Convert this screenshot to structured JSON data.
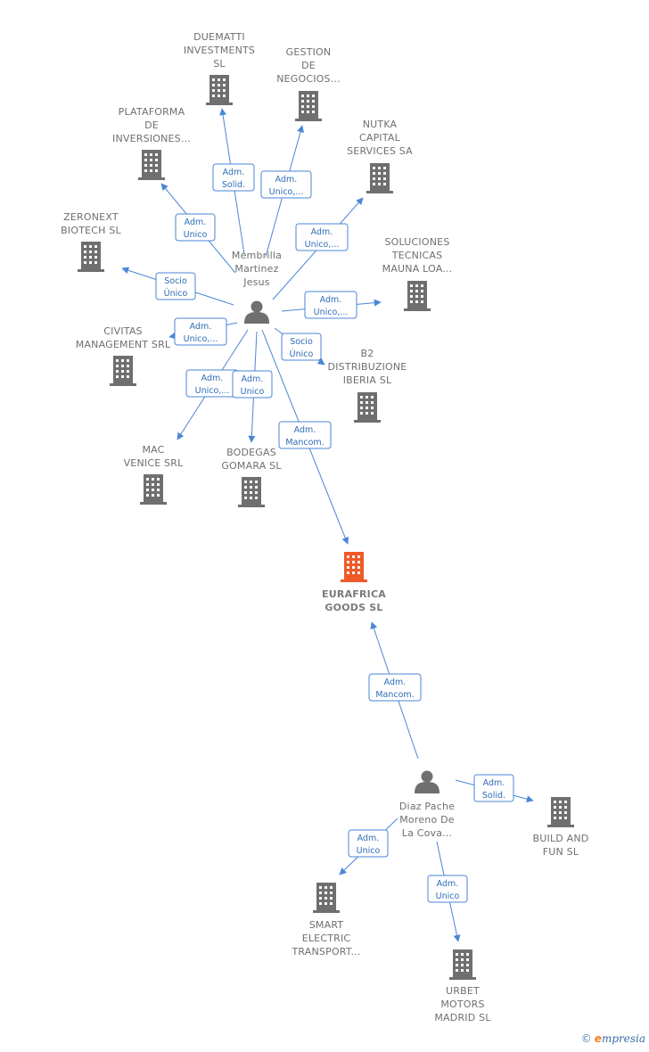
{
  "colors": {
    "edge": "#4a86d6",
    "building": "#6f6f6f",
    "building_main": "#f05a28",
    "person": "#6f6f6f",
    "label": "#6f6f6f"
  },
  "nodes": [
    {
      "id": "duematti",
      "type": "company",
      "lines": [
        "DUEMATTI",
        "INVESTMENTS",
        "SL"
      ]
    },
    {
      "id": "gestion",
      "type": "company",
      "lines": [
        "GESTION",
        "DE",
        "NEGOCIOS..."
      ]
    },
    {
      "id": "plataforma",
      "type": "company",
      "lines": [
        "PLATAFORMA",
        "DE",
        "INVERSIONES..."
      ]
    },
    {
      "id": "nutka",
      "type": "company",
      "lines": [
        "NUTKA",
        "CAPITAL",
        "SERVICES SA"
      ]
    },
    {
      "id": "zeronext",
      "type": "company",
      "lines": [
        "ZERONEXT",
        "BIOTECH  SL"
      ]
    },
    {
      "id": "soluciones",
      "type": "company",
      "lines": [
        "SOLUCIONES",
        "TECNICAS",
        "MAUNA LOA..."
      ]
    },
    {
      "id": "membrilla",
      "type": "person",
      "lines": [
        "Membrilla",
        "Martinez",
        "Jesus"
      ]
    },
    {
      "id": "civitas",
      "type": "company",
      "lines": [
        "CIVITAS",
        "MANAGEMENT SRL"
      ]
    },
    {
      "id": "b2",
      "type": "company",
      "lines": [
        "B2",
        "DISTRIBUZIONE",
        "IBERIA  SL"
      ]
    },
    {
      "id": "mac",
      "type": "company",
      "lines": [
        "MAC",
        "VENICE SRL"
      ]
    },
    {
      "id": "bodegas",
      "type": "company",
      "lines": [
        "BODEGAS",
        "GOMARA SL"
      ]
    },
    {
      "id": "eurafrica",
      "type": "company_main",
      "lines": [
        "EURAFRICA",
        "GOODS  SL"
      ]
    },
    {
      "id": "diaz",
      "type": "person",
      "lines": [
        "Diaz Pache",
        "Moreno De",
        "La Cova..."
      ]
    },
    {
      "id": "build",
      "type": "company",
      "lines": [
        "BUILD AND",
        "FUN  SL"
      ]
    },
    {
      "id": "smart",
      "type": "company",
      "lines": [
        "SMART",
        "ELECTRIC",
        "TRANSPORT..."
      ]
    },
    {
      "id": "urbet",
      "type": "company",
      "lines": [
        "URBET",
        "MOTORS",
        "MADRID  SL"
      ]
    }
  ],
  "edges": [
    {
      "id": "e-duematti",
      "from": "membrilla",
      "to": "duematti",
      "lines": [
        "Adm.",
        "Solid."
      ]
    },
    {
      "id": "e-gestion",
      "from": "membrilla",
      "to": "gestion",
      "lines": [
        "Adm.",
        "Unico,..."
      ]
    },
    {
      "id": "e-plataforma",
      "from": "membrilla",
      "to": "plataforma",
      "lines": [
        "Adm.",
        "Unico"
      ]
    },
    {
      "id": "e-nutka",
      "from": "membrilla",
      "to": "nutka",
      "lines": [
        "Adm.",
        "Unico,..."
      ]
    },
    {
      "id": "e-zeronext",
      "from": "membrilla",
      "to": "zeronext",
      "lines": [
        "Socio",
        "Único"
      ]
    },
    {
      "id": "e-soluciones",
      "from": "membrilla",
      "to": "soluciones",
      "lines": [
        "Adm.",
        "Unico,..."
      ]
    },
    {
      "id": "e-civitas",
      "from": "membrilla",
      "to": "civitas",
      "lines": [
        "Adm.",
        "Unico,..."
      ]
    },
    {
      "id": "e-b2",
      "from": "membrilla",
      "to": "b2",
      "lines": [
        "Socio",
        "Único"
      ]
    },
    {
      "id": "e-mac",
      "from": "membrilla",
      "to": "mac",
      "lines": [
        "Adm.",
        "Unico,..."
      ]
    },
    {
      "id": "e-bodegas",
      "from": "membrilla",
      "to": "bodegas",
      "lines": [
        "Adm.",
        "Unico"
      ]
    },
    {
      "id": "e-eurafrica-1",
      "from": "membrilla",
      "to": "eurafrica",
      "lines": [
        "Adm.",
        "Mancom."
      ]
    },
    {
      "id": "e-eurafrica-2",
      "from": "diaz",
      "to": "eurafrica",
      "lines": [
        "Adm.",
        "Mancom."
      ]
    },
    {
      "id": "e-build",
      "from": "diaz",
      "to": "build",
      "lines": [
        "Adm.",
        "Solid."
      ]
    },
    {
      "id": "e-smart",
      "from": "diaz",
      "to": "smart",
      "lines": [
        "Adm.",
        "Unico"
      ]
    },
    {
      "id": "e-urbet",
      "from": "diaz",
      "to": "urbet",
      "lines": [
        "Adm.",
        "Unico"
      ]
    }
  ],
  "footer": {
    "copyright": "©",
    "brand_initial": "e",
    "brand_rest": "mpresia"
  }
}
